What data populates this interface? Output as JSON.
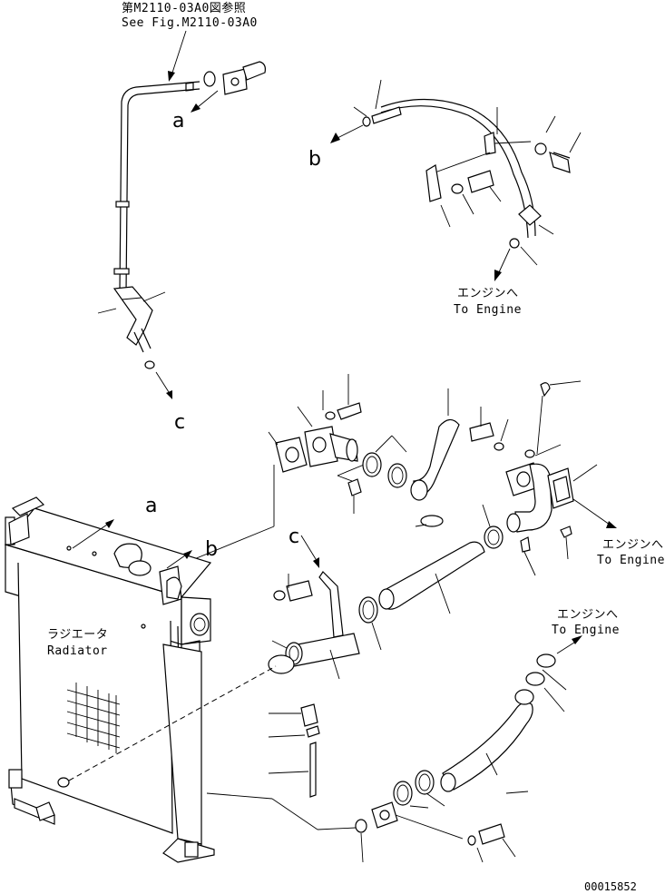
{
  "header": {
    "ref_jp": "第M2110-03A0図参照",
    "ref_en": "See Fig.M2110-03A0"
  },
  "callouts": {
    "a_top": "a",
    "b_top": "b",
    "c_top": "c",
    "a_radiator": "a",
    "b_radiator": "b",
    "c_hose": "c"
  },
  "engine_labels": [
    {
      "jp": "エンジンへ",
      "en": "To Engine"
    },
    {
      "jp": "エンジンへ",
      "en": "To Engine"
    },
    {
      "jp": "エンジンへ",
      "en": "To Engine"
    }
  ],
  "radiator": {
    "jp": "ラジエータ",
    "en": "Radiator"
  },
  "figure_number": "00015852"
}
